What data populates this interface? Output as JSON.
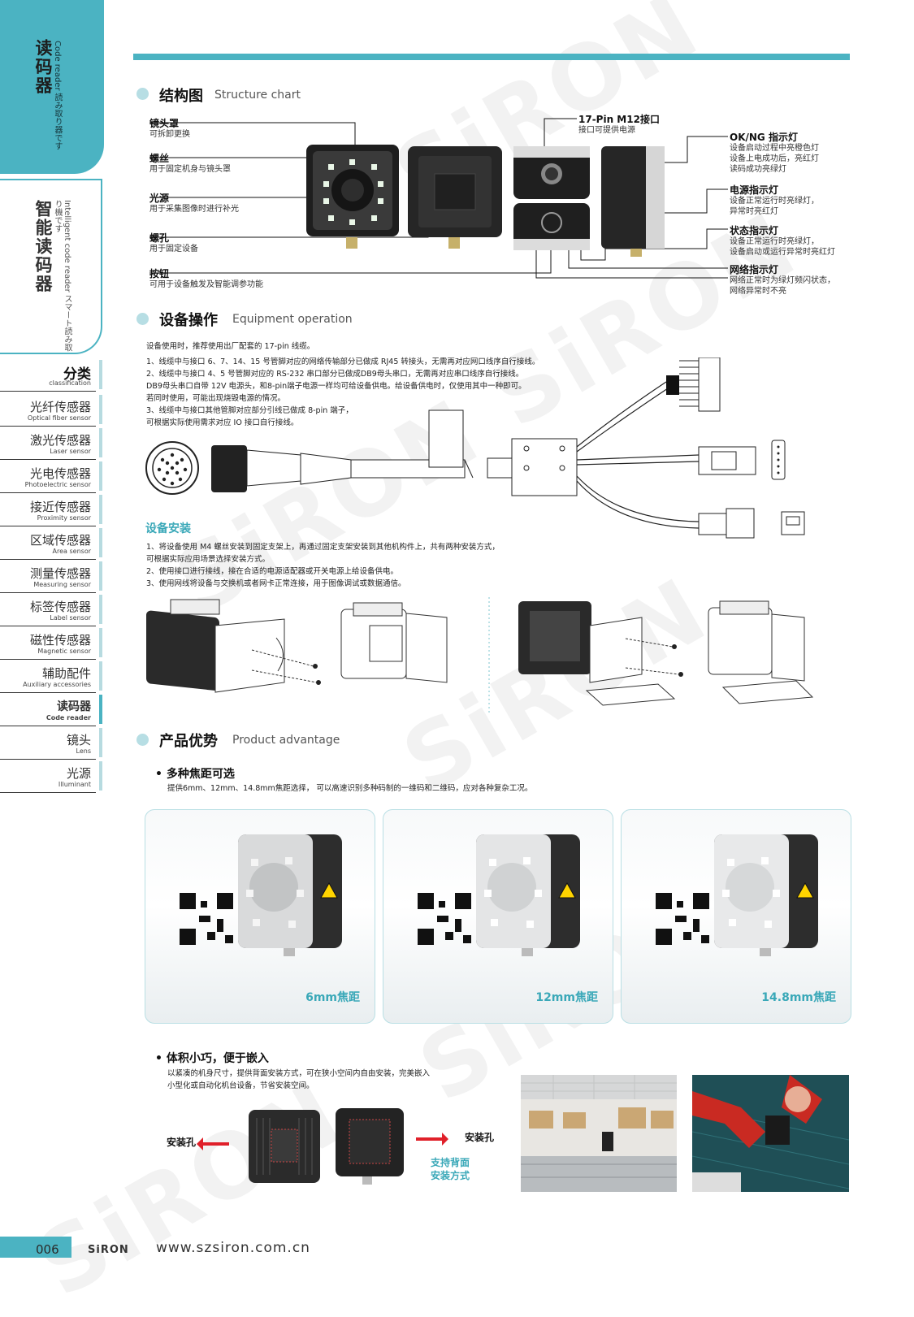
{
  "brand": {
    "watermark": "SiRON",
    "logo": "SiRON",
    "url": "www.szsiron.com.cn",
    "page_number": "006"
  },
  "sidebar": {
    "tab1": {
      "cn": "读码器",
      "en": "Code reader",
      "jp": "読み取り器です"
    },
    "tab2": {
      "cn": "智能读码器",
      "en": "Intelligent code reader",
      "jp": "スマート読み取り機です"
    },
    "heading": {
      "cn": "分类",
      "en": "classification"
    },
    "items": [
      {
        "cn": "光纤传感器",
        "en": "Optical fiber sensor"
      },
      {
        "cn": "激光传感器",
        "en": "Laser sensor"
      },
      {
        "cn": "光电传感器",
        "en": "Photoelectric sensor"
      },
      {
        "cn": "接近传感器",
        "en": "Proximity sensor"
      },
      {
        "cn": "区域传感器",
        "en": "Area sensor"
      },
      {
        "cn": "测量传感器",
        "en": "Measuring sensor"
      },
      {
        "cn": "标签传感器",
        "en": "Label sensor"
      },
      {
        "cn": "磁性传感器",
        "en": "Magnetic sensor"
      },
      {
        "cn": "辅助配件",
        "en": "Auxiliary accessories"
      },
      {
        "cn": "读码器",
        "en": "Code reader"
      },
      {
        "cn": "镜头",
        "en": "Lens"
      },
      {
        "cn": "光源",
        "en": "Illuminant"
      }
    ]
  },
  "structure": {
    "title_cn": "结构图",
    "title_en": "Structure chart",
    "left_callouts": [
      {
        "title": "镜头罩",
        "desc": "可拆卸更换"
      },
      {
        "title": "螺丝",
        "desc": "用于固定机身与镜头罩"
      },
      {
        "title": "光源",
        "desc": "用于采集图像时进行补光"
      },
      {
        "title": "螺孔",
        "desc": "用于固定设备"
      },
      {
        "title": "按钮",
        "desc": "可用于设备触发及智能调参功能"
      }
    ],
    "top_callout": {
      "title": "17-Pin M12接口",
      "desc": "接口可提供电源"
    },
    "right_callouts": [
      {
        "title": "OK/NG 指示灯",
        "lines": [
          "设备启动过程中亮橙色灯",
          "设备上电成功后，亮红灯",
          "读码成功亮绿灯"
        ]
      },
      {
        "title": "电源指示灯",
        "lines": [
          "设备正常运行时亮绿灯，",
          "异常时亮红灯"
        ]
      },
      {
        "title": "状态指示灯",
        "lines": [
          "设备正常运行时亮绿灯，",
          "设备启动或运行异常时亮红灯"
        ]
      },
      {
        "title": "网络指示灯",
        "lines": [
          "网络正常时为绿灯频闪状态，",
          "网络异常时不亮"
        ]
      }
    ]
  },
  "operation": {
    "title_cn": "设备操作",
    "title_en": "Equipment operation",
    "lines": [
      "设备使用时，推荐使用出厂配套的 17-pin 线缆。",
      "1、线缆中与接口 6、7、14、15 号管脚对应的网络传输部分已做成 RJ45 转接头，无需再对应网口线序自行接线。",
      "2、线缆中与接口 4、5 号管脚对应的 RS-232 串口部分已做成DB9母头串口，无需再对应串口线序自行接线。",
      "    DB9母头串口自带 12V 电源头，和8-pin端子电源一样均可给设备供电。给设备供电时，仅使用其中一种即可。",
      "    若同时使用，可能出现烧毁电源的情况。",
      "3、线缆中与接口其他管脚对应部分引线已做成 8-pin 端子，",
      "    可根据实际使用需求对应 IO 接口自行接线。"
    ]
  },
  "install": {
    "title": "设备安装",
    "lines": [
      "1、将设备使用 M4 螺丝安装到固定支架上，再通过固定支架安装到其他机构件上，共有两种安装方式，",
      "    可根据实际应用场景选择安装方式。",
      "2、使用接口进行接线，接在合适的电源适配器或开关电源上给设备供电。",
      "3、使用网线将设备与交换机或者网卡正常连接，用于图像调试或数据通信。"
    ]
  },
  "advantage": {
    "title_cn": "产品优势",
    "title_en": "Product advantage",
    "focus": {
      "title": "• 多种焦距可选",
      "desc": "提供6mm、12mm、14.8mm焦距选择， 可以高速识别多种码制的一维码和二维码，应对各种复杂工况。",
      "cards": [
        "6mm焦距",
        "12mm焦距",
        "14.8mm焦距"
      ]
    },
    "compact": {
      "title": "• 体积小巧，便于嵌入",
      "lines": [
        "以紧凑的机身尺寸，提供背面安装方式，可在狭小空间内自由安装，完美嵌入",
        "小型化或自动化机台设备，节省安装空间。"
      ],
      "hole_left": "安装孔",
      "hole_right": "安装孔",
      "back_mount": [
        "支持背面",
        "安装方式"
      ]
    }
  },
  "colors": {
    "accent": "#4bb3c2",
    "accent_light": "#b7dee4",
    "arrow_red": "#e0202a"
  }
}
